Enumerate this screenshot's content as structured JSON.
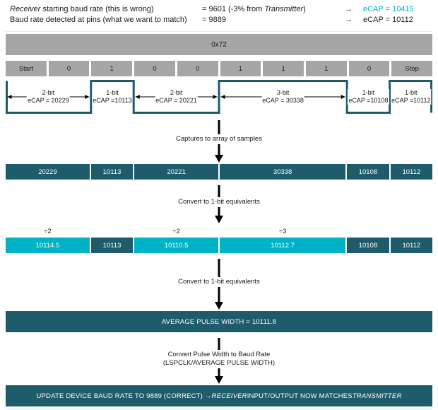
{
  "colors": {
    "dark_teal": "#1e5b6b",
    "cyan": "#00b2c6",
    "gray": "#a6a6a6"
  },
  "header": {
    "rows": [
      {
        "desc": [
          {
            "t": "Receiver",
            "i": true
          },
          {
            "t": " starting baud rate (this is wrong)"
          }
        ],
        "value": [
          {
            "t": "= 9601 (-3% from "
          },
          {
            "t": "Transmitter",
            "i": true
          },
          {
            "t": ")"
          }
        ],
        "arrow": "→",
        "ecap": "eCAP = 10415"
      },
      {
        "desc": [
          {
            "t": "Baud rate detected at pins (what we want to match)"
          }
        ],
        "value": [
          {
            "t": "= 9889"
          }
        ],
        "arrow": "→",
        "ecap": "eCAP = 10112"
      }
    ]
  },
  "byte_bar": {
    "label": "0x72"
  },
  "bit_row": {
    "cells": [
      {
        "text": "Start",
        "span": 1,
        "variant": "gray"
      },
      {
        "text": "0",
        "span": 1,
        "variant": "gray"
      },
      {
        "text": "1",
        "span": 1,
        "variant": "gray"
      },
      {
        "text": "0",
        "span": 1,
        "variant": "gray"
      },
      {
        "text": "0",
        "span": 1,
        "variant": "gray"
      },
      {
        "text": "1",
        "span": 1,
        "variant": "gray"
      },
      {
        "text": "1",
        "span": 1,
        "variant": "gray"
      },
      {
        "text": "1",
        "span": 1,
        "variant": "gray"
      },
      {
        "text": "0",
        "span": 1,
        "variant": "gray"
      },
      {
        "text": "Stop",
        "span": 1,
        "variant": "gray"
      }
    ]
  },
  "waveform": {
    "segments": [
      {
        "bits": 2,
        "level": "low",
        "line1": "2-bit",
        "line2": "eCAP = 20229"
      },
      {
        "bits": 1,
        "level": "high",
        "line1": "1-bit",
        "line2": "eCAP =10113"
      },
      {
        "bits": 2,
        "level": "low",
        "line1": "2-bit",
        "line2": "eCAP = 20221"
      },
      {
        "bits": 3,
        "level": "high",
        "line1": "3-bit",
        "line2": "eCAP = 30338"
      },
      {
        "bits": 1,
        "level": "low",
        "line1": "1-bit",
        "line2": "eCAP =10108"
      },
      {
        "bits": 1,
        "level": "high",
        "line1": "1-bit",
        "line2": "eCAP =10112"
      }
    ]
  },
  "arrow1": {
    "label": "Captures to array of samples"
  },
  "samples_row": {
    "cells": [
      {
        "text": "20229",
        "span": 2,
        "variant": "dark"
      },
      {
        "text": "10113",
        "span": 1,
        "variant": "dark"
      },
      {
        "text": "20221",
        "span": 2,
        "variant": "dark"
      },
      {
        "text": "30338",
        "span": 3,
        "variant": "dark"
      },
      {
        "text": "10108",
        "span": 1,
        "variant": "dark"
      },
      {
        "text": "10112",
        "span": 1,
        "variant": "dark"
      }
    ]
  },
  "arrow2": {
    "label": "Convert to 1-bit equivalents"
  },
  "divide_row": {
    "cells": [
      {
        "text": "÷2",
        "span": 2,
        "variant": "blank"
      },
      {
        "text": "",
        "span": 1,
        "variant": "blank"
      },
      {
        "text": "÷2",
        "span": 2,
        "variant": "blank"
      },
      {
        "text": "÷3",
        "span": 3,
        "variant": "blank"
      },
      {
        "text": "",
        "span": 1,
        "variant": "blank"
      },
      {
        "text": "",
        "span": 1,
        "variant": "blank"
      }
    ]
  },
  "converted_row": {
    "cells": [
      {
        "text": "10114.5",
        "span": 2,
        "variant": "cyan"
      },
      {
        "text": "10113",
        "span": 1,
        "variant": "dark"
      },
      {
        "text": "10110.5",
        "span": 2,
        "variant": "cyan"
      },
      {
        "text": "10112.7",
        "span": 3,
        "variant": "cyan"
      },
      {
        "text": "10108",
        "span": 1,
        "variant": "dark"
      },
      {
        "text": "10112",
        "span": 1,
        "variant": "dark"
      }
    ]
  },
  "arrow3": {
    "label": "Convert to 1-bit equivalents"
  },
  "average_bar": {
    "label": "AVERAGE PULSE WIDTH = 10111.8"
  },
  "arrow4": {
    "label_line1": "Convert Pulse Width to Baud Rate",
    "label_line2": "(LSPCLK/AVERAGE PULSE WIDTH)"
  },
  "final_bar": {
    "segments": [
      {
        "t": "UPDATE DEVICE BAUD RATE TO 9889 (CORRECT) → "
      },
      {
        "t": "RECEIVER",
        "i": true
      },
      {
        "t": " INPUT/OUTPUT NOW MATCHES "
      },
      {
        "t": "TRANSMITTER",
        "i": true
      }
    ]
  }
}
